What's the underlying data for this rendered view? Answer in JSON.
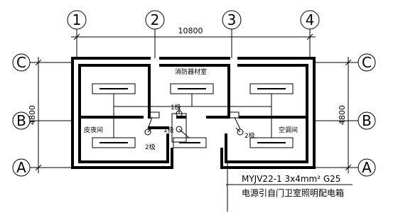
{
  "axes": {
    "top": [
      "1",
      "2",
      "3",
      "4"
    ],
    "left": [
      "C",
      "B",
      "A"
    ],
    "right": [
      "C",
      "B",
      "A"
    ]
  },
  "dimensions": {
    "total_width": "10800",
    "total_depth": "4800"
  },
  "rooms": {
    "fire_room": "消防器材室",
    "duty_room": "皮夜间",
    "aircon_room": "空调间"
  },
  "switches": {
    "left": "2极",
    "center_upper": "1极",
    "center_lower": "1极",
    "right": "2极"
  },
  "note": {
    "cable": "MYJV22-1   3x4mm²   G25",
    "description": "电源引自门卫室照明配电箱"
  }
}
